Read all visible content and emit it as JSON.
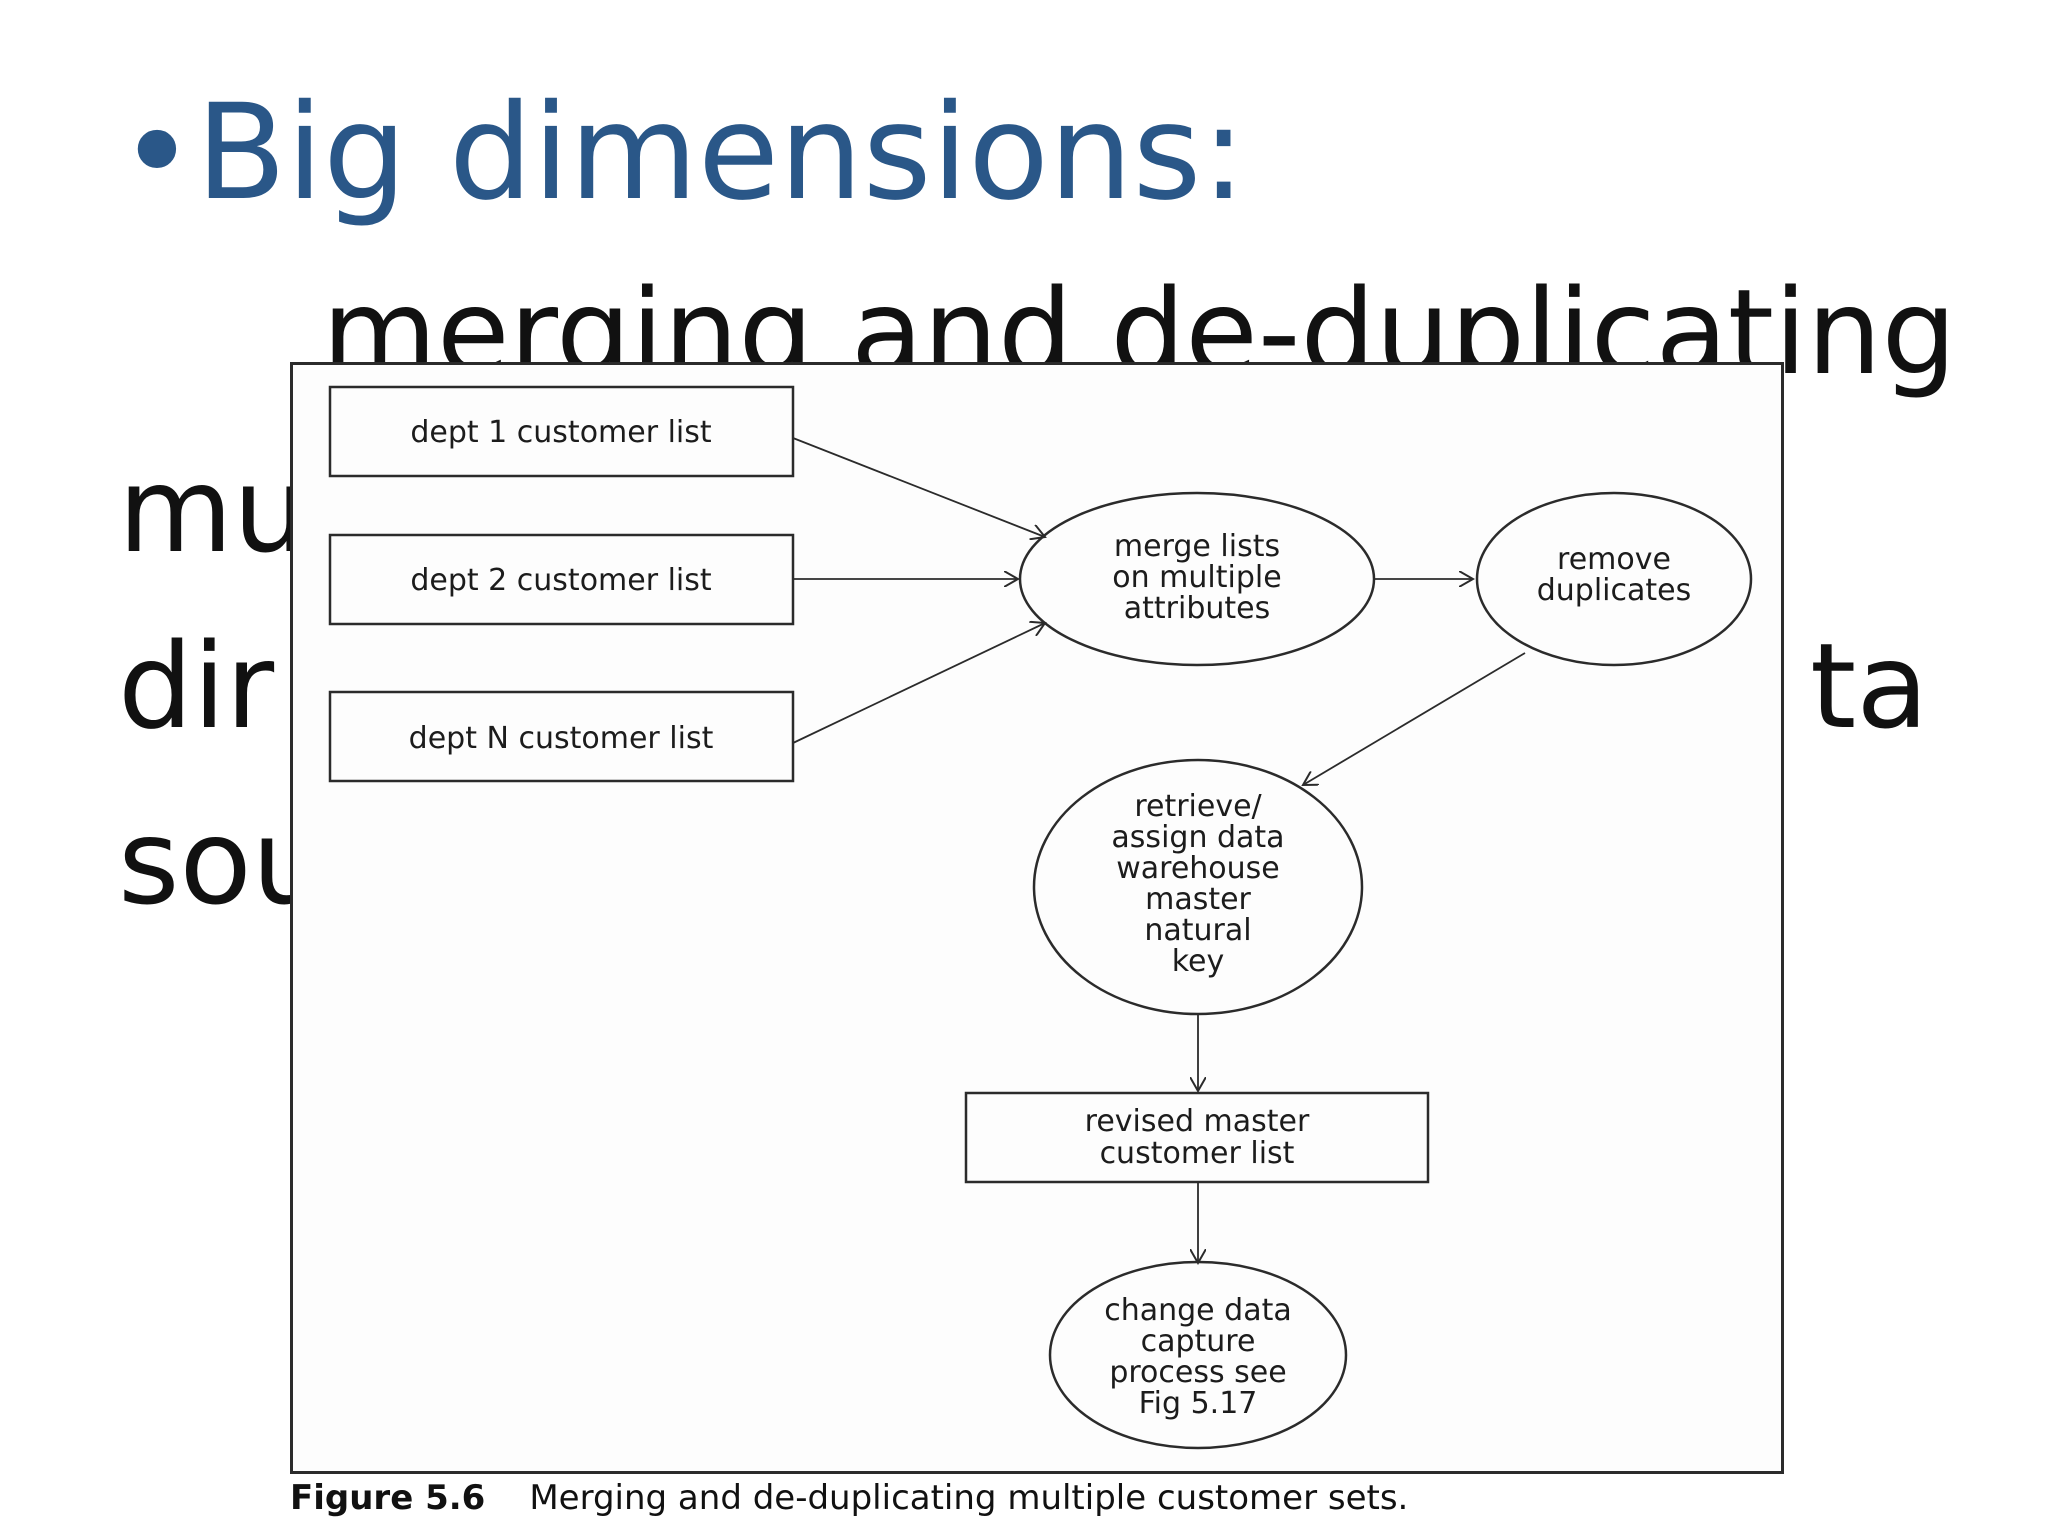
{
  "slide": {
    "title": "•Big dimensions:",
    "body_lines": [
      "merging and de-duplicating",
      "mu",
      "dir",
      "ta",
      "sou"
    ]
  },
  "diagram": {
    "inputs": [
      "dept 1 customer list",
      "dept 2 customer list",
      "dept N customer list"
    ],
    "merge": [
      "merge lists",
      "on multiple",
      "attributes"
    ],
    "remove": [
      "remove",
      "duplicates"
    ],
    "retrieve": [
      "retrieve/",
      "assign data",
      "warehouse",
      "master",
      "natural",
      "key"
    ],
    "revised": [
      "revised master",
      "customer list"
    ],
    "change": [
      "change data",
      "capture",
      "process see",
      "Fig 5.17"
    ]
  },
  "caption": {
    "label": "Figure 5.6",
    "text": "Merging and de-duplicating multiple customer sets."
  }
}
